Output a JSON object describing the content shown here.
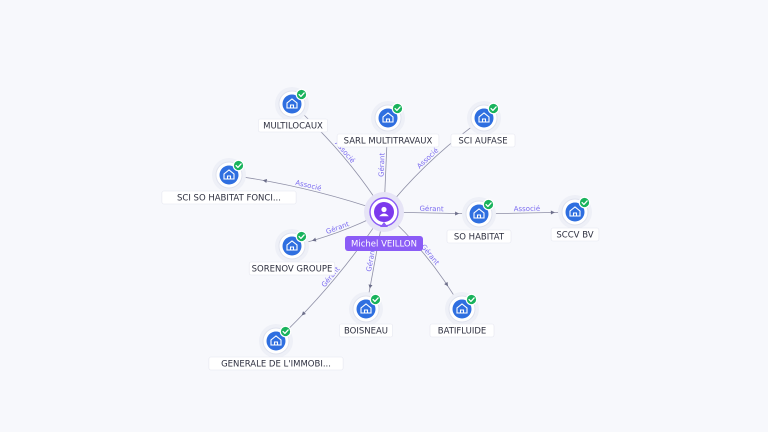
{
  "center": {
    "name": "Michel VEILLON",
    "icon": "person-icon",
    "color": "#8b5cf6"
  },
  "nodes": [
    {
      "id": "multilocaux",
      "label": "MULTILOCAUX",
      "icon": "building-icon",
      "verified": true
    },
    {
      "id": "sarl-multitravaux",
      "label": "SARL MULTITRAVAUX",
      "icon": "building-icon",
      "verified": true
    },
    {
      "id": "sci-aufase",
      "label": "SCI AUFASE",
      "icon": "building-icon",
      "verified": true
    },
    {
      "id": "sci-so-habitat",
      "label": "SCI SO HABITAT FONCI...",
      "icon": "building-icon",
      "verified": true
    },
    {
      "id": "so-habitat",
      "label": "SO HABITAT",
      "icon": "building-icon",
      "verified": true
    },
    {
      "id": "sccv-bv",
      "label": "SCCV BV",
      "icon": "building-icon",
      "verified": true
    },
    {
      "id": "sorenov-groupe",
      "label": "SORENOV GROUPE",
      "icon": "building-icon",
      "verified": true
    },
    {
      "id": "boisneau",
      "label": "BOISNEAU",
      "icon": "building-icon",
      "verified": true
    },
    {
      "id": "batifluide",
      "label": "BATIFLUIDE",
      "icon": "building-icon",
      "verified": true
    },
    {
      "id": "generale-immobi",
      "label": "GENERALE DE L'IMMOBI...",
      "icon": "building-icon",
      "verified": true
    }
  ],
  "edges": [
    {
      "from": "center",
      "to": "multilocaux",
      "label": "Associé"
    },
    {
      "from": "center",
      "to": "sarl-multitravaux",
      "label": "Gérant"
    },
    {
      "from": "center",
      "to": "sci-aufase",
      "label": "Associé"
    },
    {
      "from": "center",
      "to": "sci-so-habitat",
      "label": "Associé"
    },
    {
      "from": "center",
      "to": "so-habitat",
      "label": "Gérant"
    },
    {
      "from": "so-habitat",
      "to": "sccv-bv",
      "label": "Associé"
    },
    {
      "from": "center",
      "to": "sorenov-groupe",
      "label": "Gérant"
    },
    {
      "from": "center",
      "to": "boisneau",
      "label": "Gérant"
    },
    {
      "from": "center",
      "to": "batifluide",
      "label": "Gérant"
    },
    {
      "from": "center",
      "to": "generale-immobi",
      "label": "Gérant"
    }
  ],
  "colors": {
    "company_disc": "#2f6fe0",
    "verified_badge": "#19b35c",
    "edge_label": "#7c6cf0",
    "edge_line": "#8e8fa6"
  }
}
